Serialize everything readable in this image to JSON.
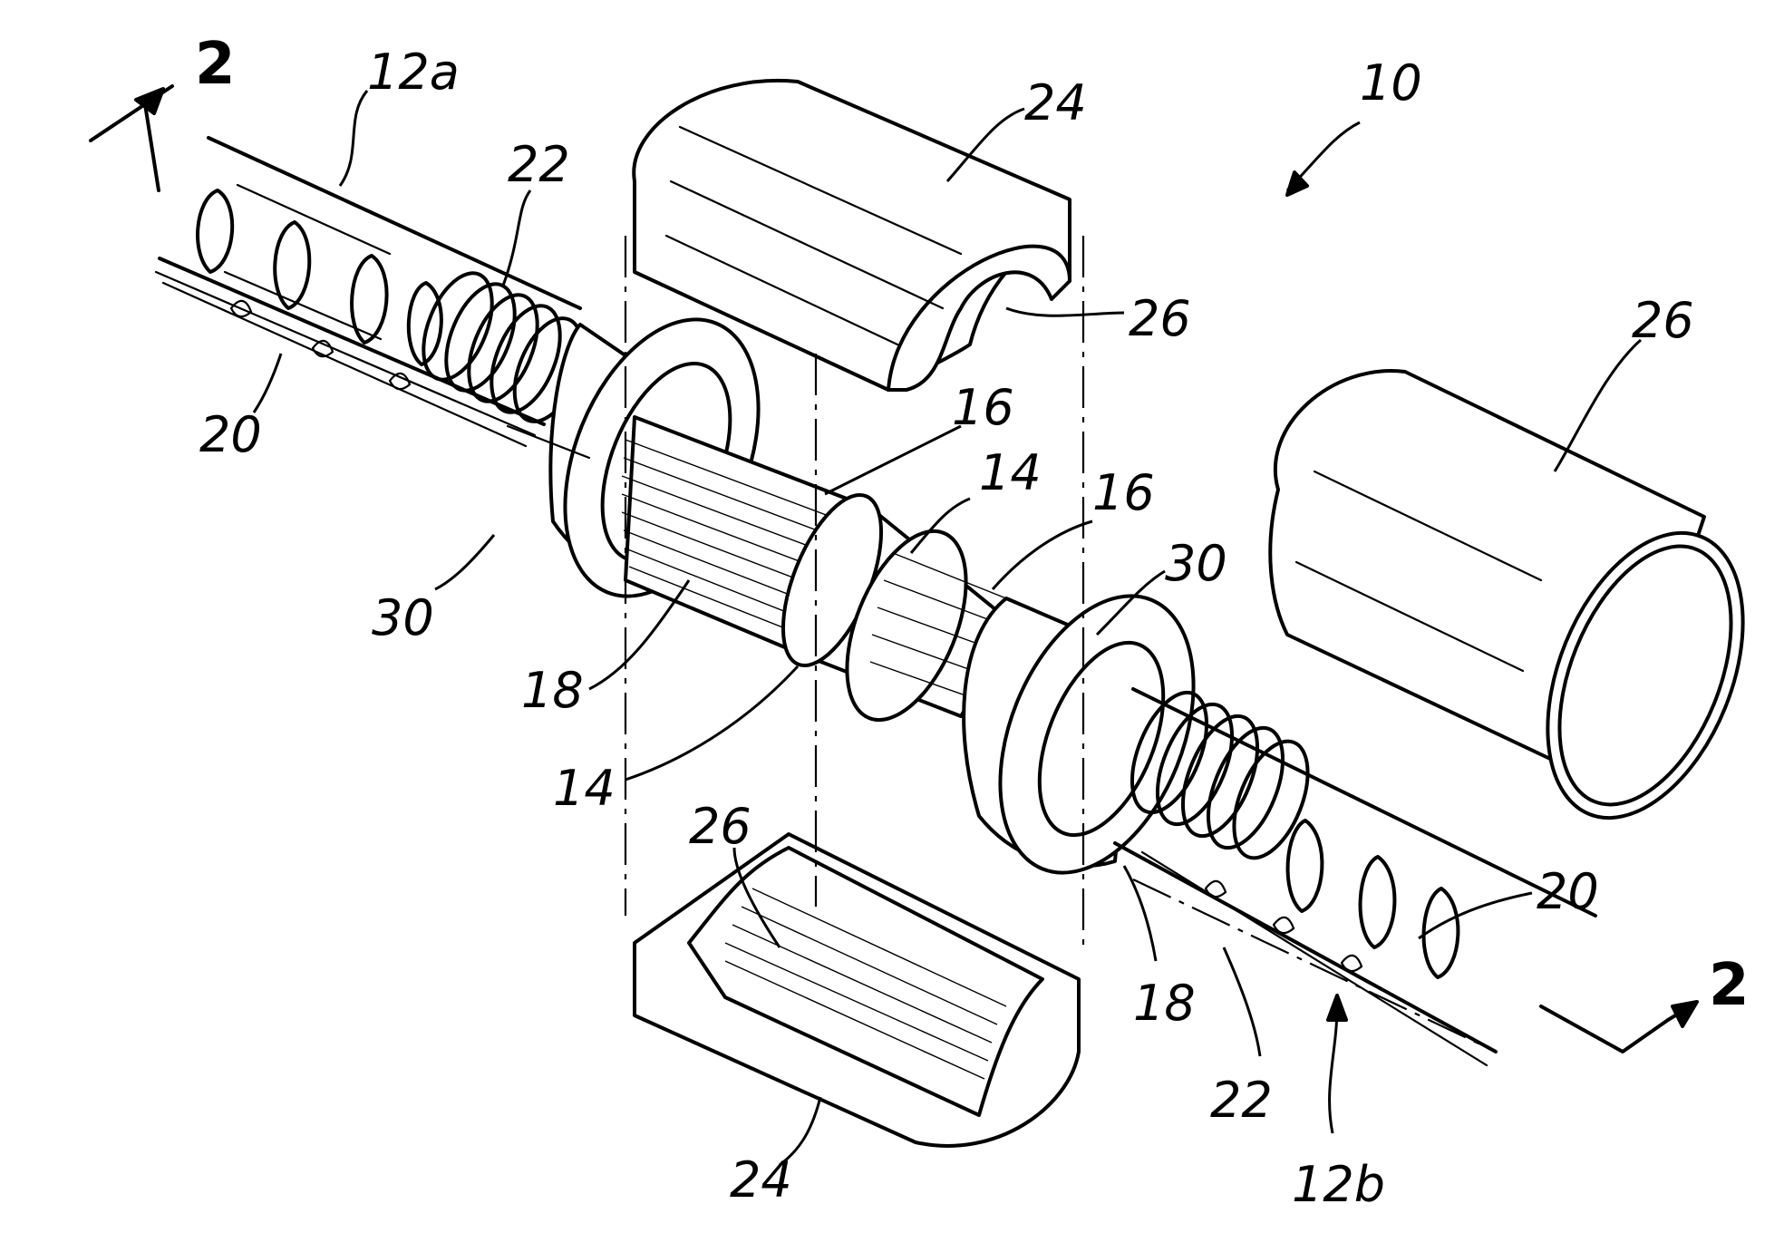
{
  "figure": {
    "labels": {
      "assembly": "10",
      "section_left": "2",
      "section_right": "2",
      "pipe_a": "12a",
      "pipe_b": "12b",
      "nipple_upper": "14",
      "nipple_lower": "14",
      "thread_left": "16",
      "thread_right": "16",
      "thread_body_left": "18",
      "thread_body_right": "18",
      "wire_left": "20",
      "wire_right": "20",
      "coupling_left": "22",
      "coupling_right": "22",
      "clamp_top": "24",
      "clamp_bottom": "24",
      "liner_top": "26",
      "liner_bottom": "26",
      "sleeve": "26",
      "nut_left": "30",
      "nut_right": "30"
    }
  }
}
